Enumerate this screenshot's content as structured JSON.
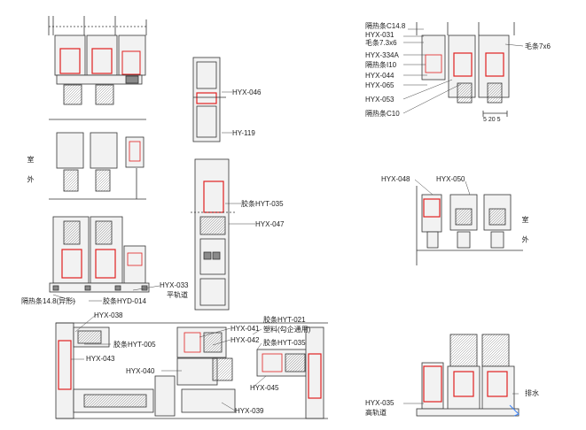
{
  "colors": {
    "line": "#333333",
    "fill": "#f2f2f2",
    "dark": "#8a8a8a",
    "strip": "#e02020",
    "drain": "#3b82f6"
  },
  "labels": {
    "hyx046": "HYX-046",
    "hy119": "HY-119",
    "jiaotiao_hyt035": "胶条HYT-035",
    "hyx047": "HYX-047",
    "shiwai_left": "室\n外",
    "hyx033": "HYX-033",
    "pinggui": "平轨道",
    "gereitiao_148_yixing": "隔热条14.8(异形)",
    "jiaotiao_hyd014": "胶条HYD-014",
    "hyx038": "HYX-038",
    "jiaotiao_hyt005": "胶条HYT-005",
    "hyx043": "HYX-043",
    "hyx040": "HYX-040",
    "hyx041": "HYX-041",
    "hyx042": "HYX-042",
    "jiaotiao_hyt021": "胶条HYT-021",
    "suliao": "塑料(勾企通用)",
    "jiaotiao_hyt035_b": "胶条HYT-035",
    "hyx045": "HYX-045",
    "hyx039": "HYX-039",
    "gereitiao_c148": "隔热条C14.8",
    "hyx031": "HYX-031",
    "maotiao_73x6": "毛条7.3x6",
    "hyx334a": "HYX-334A",
    "gereitiao_i10": "隔热条I10",
    "hyx044": "HYX-044",
    "hyx065": "HYX-065",
    "hyx053": "HYX-053",
    "gereitiao_c10": "隔热条C10",
    "maotiao_7x6": "毛条7x6",
    "dims": "5 20 5",
    "hyx048": "HYX-048",
    "hyx050": "HYX-050",
    "shiwai_right": "室\n外",
    "hyx035": "HYX-035",
    "gaogui": "高轨道",
    "paishui": "排水"
  }
}
